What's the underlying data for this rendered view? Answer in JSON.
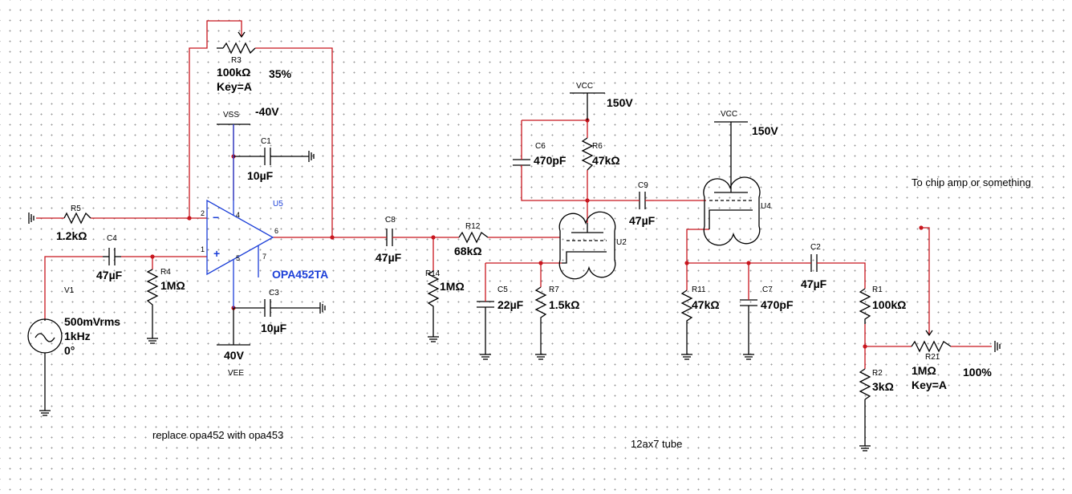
{
  "components": {
    "R3": {
      "ref": "R3",
      "value": "100kΩ",
      "key": "Key=A",
      "percent": "35%"
    },
    "R5": {
      "ref": "R5",
      "value": "1.2kΩ"
    },
    "C4": {
      "ref": "C4",
      "value": "47µF"
    },
    "R4": {
      "ref": "R4",
      "value": "1MΩ"
    },
    "V1": {
      "ref": "V1",
      "amplitude": "500mVrms",
      "frequency": "1kHz",
      "phase": "0°"
    },
    "C1": {
      "ref": "C1",
      "value": "10µF"
    },
    "C3": {
      "ref": "C3",
      "value": "10µF"
    },
    "U5": {
      "ref": "U5",
      "part": "OPA452TA"
    },
    "C8": {
      "ref": "C8",
      "value": "47µF"
    },
    "R14": {
      "ref": "R14",
      "value": "1MΩ"
    },
    "R12": {
      "ref": "R12",
      "value": "68kΩ"
    },
    "C5": {
      "ref": "C5",
      "value": "22µF"
    },
    "R7": {
      "ref": "R7",
      "value": "1.5kΩ"
    },
    "C6": {
      "ref": "C6",
      "value": "470pF"
    },
    "R6": {
      "ref": "R6",
      "value": "47kΩ"
    },
    "C9": {
      "ref": "C9",
      "value": "47µF"
    },
    "U2": {
      "ref": "U2"
    },
    "U4": {
      "ref": "U4"
    },
    "R11": {
      "ref": "R11",
      "value": "47kΩ"
    },
    "C7": {
      "ref": "C7",
      "value": "470pF"
    },
    "C2": {
      "ref": "C2",
      "value": "47µF"
    },
    "R1": {
      "ref": "R1",
      "value": "100kΩ"
    },
    "R2": {
      "ref": "R2",
      "value": "3kΩ"
    },
    "R21": {
      "ref": "R21",
      "value": "1MΩ",
      "key": "Key=A",
      "percent": "100%"
    }
  },
  "supplies": {
    "vss": {
      "name": "VSS",
      "voltage": "-40V"
    },
    "vee": {
      "name": "VEE",
      "voltage": "40V"
    },
    "vcc1": {
      "name": "VCC",
      "voltage": "150V"
    },
    "vcc2": {
      "name": "VCC",
      "voltage": "150V"
    }
  },
  "pins": {
    "p2": "2",
    "p1": "1",
    "p4": "4",
    "p5": "5",
    "p6": "6",
    "p7": "7",
    "minus": "−",
    "plus": "+"
  },
  "notes": {
    "replace": "replace opa452 with opa453",
    "tube": "12ax7 tube",
    "output": "To chip amp or something"
  },
  "colors": {
    "wire": "#c8161e",
    "part": "#000000",
    "opamp": "#1c3fd8",
    "grid": "#9a9a9a"
  }
}
